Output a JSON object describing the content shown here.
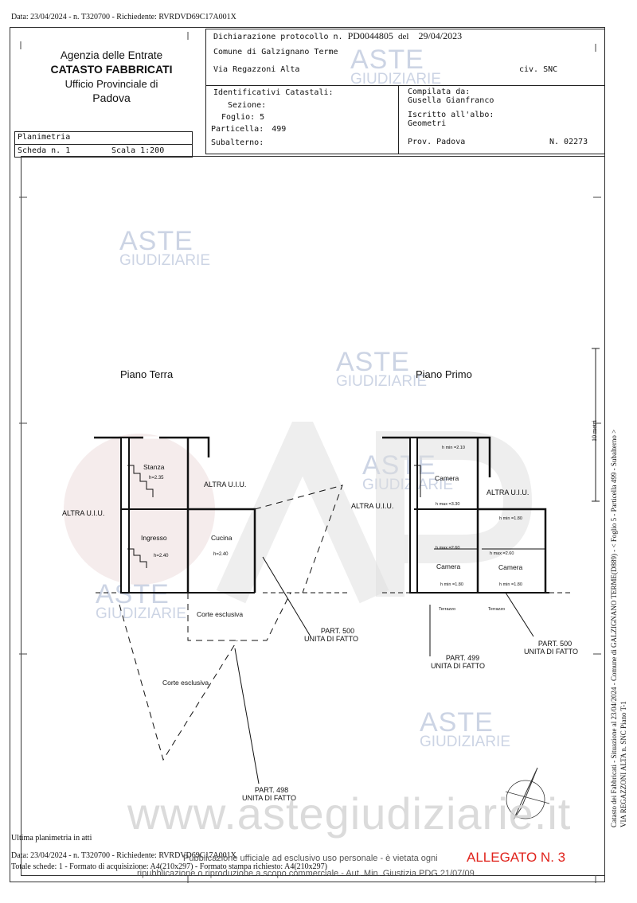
{
  "top_line": "Data: 23/04/2024 - n. T320700 - Richiedente: RVRDVD69C17A001X",
  "agency": {
    "line1": "Agenzia delle Entrate",
    "line2": "CATASTO FABBRICATI",
    "line3": "Ufficio Provinciale di",
    "line4": "Padova"
  },
  "declaration": {
    "protocol_label": "Dichiarazione protocollo n.",
    "protocol_number": "PD0044805",
    "del_label": "del",
    "date": "29/04/2023",
    "comune": "Comune di Galzignano Terme",
    "via": "Via Regazzoni Alta",
    "civ": "civ. SNC"
  },
  "identificativi": {
    "title": "Identificativi Catastali:",
    "sezione": "Sezione:",
    "foglio": "Foglio: 5",
    "particella_label": "Particella:",
    "particella": "499",
    "subalterno": "Subalterno:"
  },
  "compilata": {
    "label": "Compilata da:",
    "name": "Gusella Gianfranco",
    "iscritto": "Iscritto all'albo:",
    "albo": "Geometri",
    "prov": "Prov. Padova",
    "numero": "N. 02273"
  },
  "planimetria": {
    "title": "Planimetria",
    "scheda": "Scheda n. 1",
    "scala": "Scala 1:200"
  },
  "watermark": {
    "line1": "ASTE",
    "line2": "GIUDIZIARIE"
  },
  "plans": {
    "piano_terra": "Piano Terra",
    "piano_primo": "Piano Primo",
    "stanza": "Stanza",
    "stanza_h": "h=2.35",
    "altra_uiu": "ALTRA U.I.U.",
    "ingresso": "Ingresso",
    "ingresso_h": "h=2.40",
    "cucina": "Cucina",
    "cucina_h": "h=2.40",
    "corte_esclusiva": "Corte esclusiva",
    "part500_line1": "PART. 500",
    "part500_line2": "UNITA DI FATTO",
    "part498_line1": "PART. 498",
    "part498_line2": "UNITA DI FATTO",
    "part499_line1": "PART. 499",
    "part499_line2": "UNITA DI FATTO",
    "camera": "Camera",
    "h_min_210": "h min =2.10",
    "h_max_330": "h max =3.30",
    "h_min_180": "h min =1.80",
    "h_max_260": "h max =2.60",
    "terrazzo": "Terrazzo"
  },
  "side_text": {
    "line1": "Catasto dei Fabbricati - Situazione al 23/04/2024 - Comune di GALZIGNANO TERME(D889) - < Foglio 5 - Particella 499 - Subalterno >",
    "line2": "VIA REGAZZONI ALTA n. SNC Piano T-1",
    "scale_mark": "10 metri"
  },
  "footer": {
    "ultima": "Ultima planimetria in atti",
    "data_line": "Data: 23/04/2024 - n. T320700 - Richiedente: RVRDVD69C17A001X",
    "totale_line": "Totale schede: 1 - Formato di acquisizione: A4(210x297) - Formato stampa richiesto: A4(210x297)",
    "website": "www.astegiudiziarie.it",
    "pub1": "Pubblicazione ufficiale ad esclusivo uso personale - è vietata ogni",
    "pub2": "ripubblicazione o riproduzione a scopo commerciale - Aut. Min. Giustizia PDG 21/07/09",
    "allegato": "ALLEGATO N. 3"
  },
  "colors": {
    "allegato": "#e0231c",
    "watermark": "#6f85b5"
  }
}
